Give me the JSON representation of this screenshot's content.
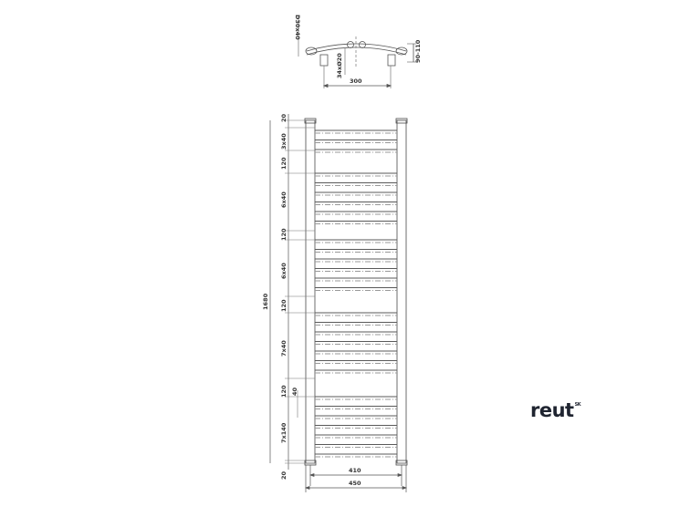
{
  "top_view": {
    "labels": {
      "depth": "D30x40",
      "pipe": "34xØ20",
      "wall_distance": "90-110",
      "axis_spacing": "300"
    }
  },
  "front_view": {
    "total_height": "1680",
    "left_dimensions": [
      "20",
      "3x40",
      "120",
      "6x40",
      "120",
      "6x40",
      "120",
      "7x40",
      "120",
      "7x140",
      "20"
    ],
    "inner_dimension": "40",
    "inner_width": "410",
    "outer_width": "450"
  },
  "logo": {
    "text": "reut",
    "mark": "SK"
  },
  "colors": {
    "line": "#4a4a4a",
    "light_line": "#9a9a9a",
    "logo": "#1f2430"
  }
}
